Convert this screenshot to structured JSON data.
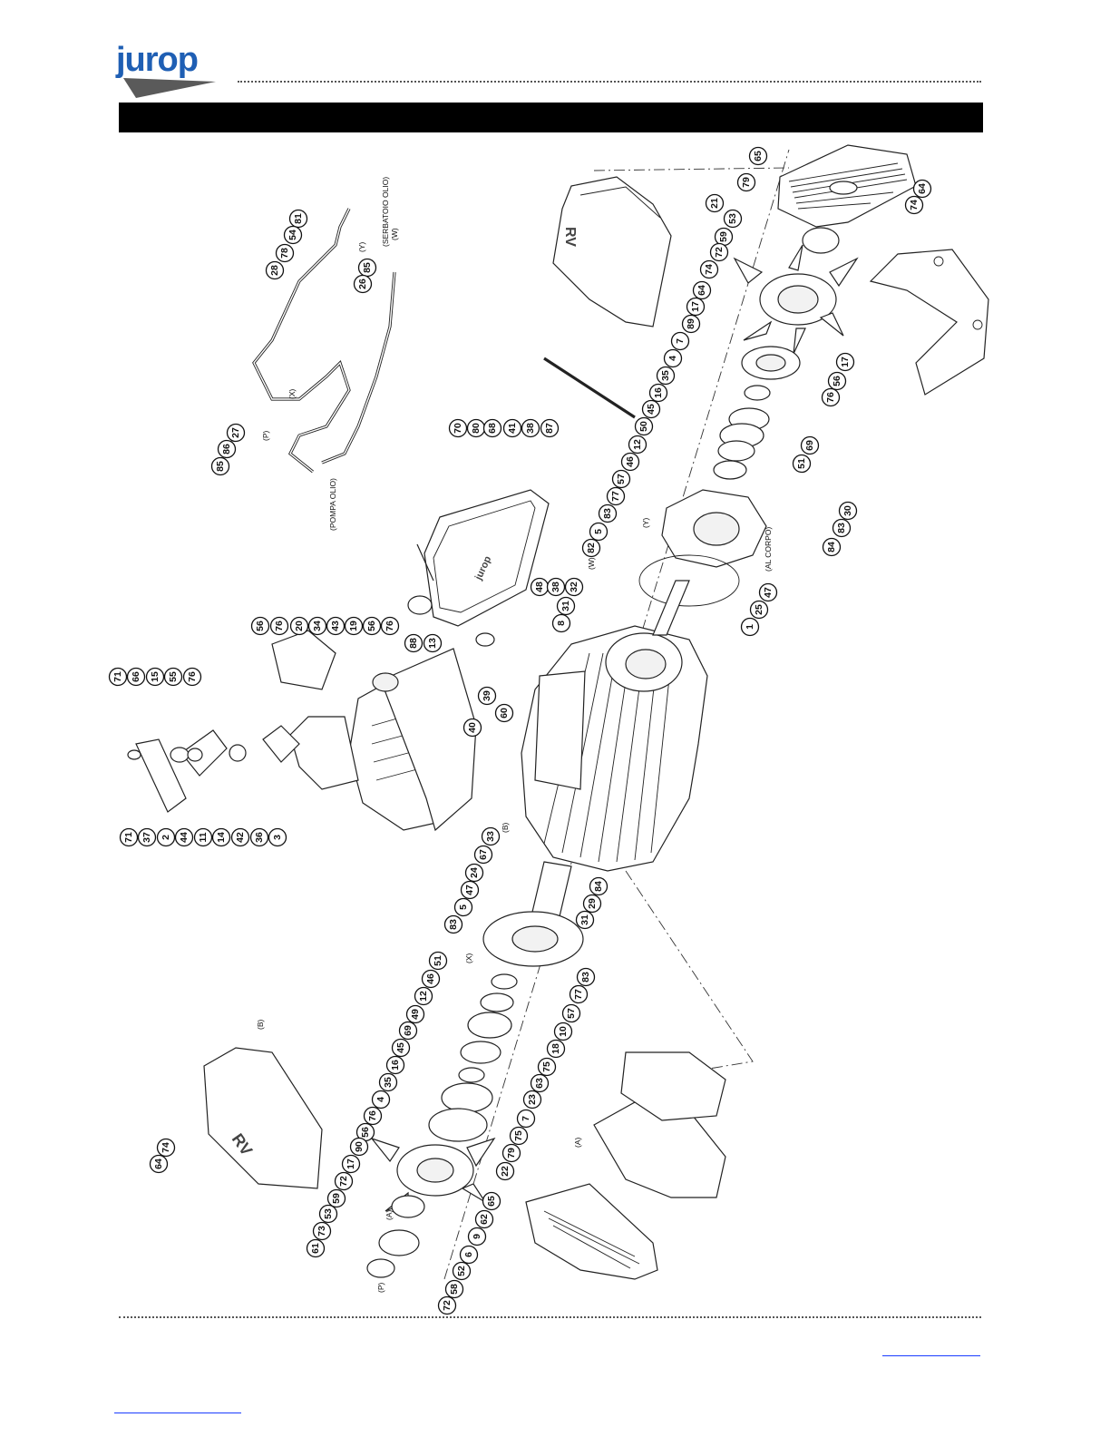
{
  "brand": {
    "logo_text": "jurop",
    "logo_color": "#1f5fb4",
    "logo_swoosh_color": "#5a5a5a"
  },
  "header": {
    "title_bar_color": "#000000"
  },
  "diagram": {
    "stamps": {
      "left_guard": "RV",
      "right_guard": "RV"
    },
    "notes": {
      "x1": "(X)",
      "y1": "(Y)",
      "w1": "(W)",
      "p1": "(P)",
      "serbatoio": "(SERBATOIO OLIO)",
      "pompa": "(POMPA OLIO)",
      "al_corpo": "(AL CORPO)",
      "w2": "(W)",
      "y2": "(Y)",
      "b1": "(B)",
      "x2": "(X)",
      "b2": "(B)",
      "a1": "(A)",
      "a2": "(A)",
      "p2": "(P)"
    },
    "callouts": [
      "65",
      "79",
      "21",
      "53",
      "59",
      "72",
      "74",
      "64",
      "17",
      "64",
      "74",
      "89",
      "7",
      "4",
      "35",
      "16",
      "45",
      "50",
      "12",
      "46",
      "57",
      "77",
      "83",
      "5",
      "69",
      "51",
      "56",
      "76",
      "17",
      "30",
      "83",
      "84",
      "82",
      "31",
      "25",
      "47",
      "1",
      "8",
      "70",
      "80",
      "68",
      "41",
      "38",
      "87",
      "48",
      "38",
      "32",
      "88",
      "13",
      "81",
      "54",
      "78",
      "28",
      "85",
      "26",
      "27",
      "86",
      "85",
      "56",
      "76",
      "20",
      "34",
      "43",
      "19",
      "56",
      "76",
      "71",
      "66",
      "15",
      "55",
      "76",
      "39",
      "60",
      "40",
      "71",
      "37",
      "2",
      "44",
      "11",
      "14",
      "42",
      "36",
      "3",
      "67",
      "33",
      "24",
      "47",
      "5",
      "84",
      "29",
      "31",
      "83",
      "83",
      "77",
      "57",
      "51",
      "46",
      "12",
      "49",
      "69",
      "45",
      "16",
      "35",
      "4",
      "76",
      "56",
      "7",
      "10",
      "18",
      "75",
      "63",
      "23",
      "74",
      "64",
      "17",
      "90",
      "72",
      "59",
      "53",
      "79",
      "22",
      "65",
      "75",
      "62",
      "9",
      "73",
      "61",
      "6",
      "52",
      "58",
      "72"
    ]
  }
}
